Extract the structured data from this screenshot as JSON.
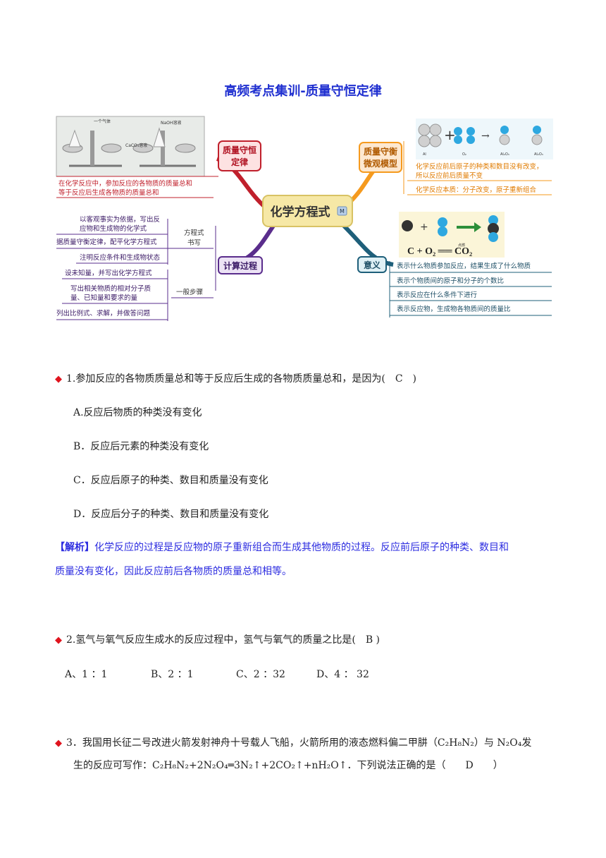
{
  "title": "高频考点集训-质量守恒定律",
  "mindmap": {
    "center": "化学方程式",
    "center_badge": "M",
    "left_top_node_line1": "质量守恒",
    "left_top_node_line2": "定律",
    "left_top_lab_label1": "一个气体",
    "left_top_lab_label2": "NaOH溶液",
    "left_top_lab_label3": "CaCO₃溶液",
    "left_top_desc1": "在化学反应中，参加反应的各物质的质量总和",
    "left_top_desc2": "等于反应后生成各物质的质量总和",
    "right_top_node_line1": "质量守衡",
    "right_top_node_line2": "微观模型",
    "right_top_labels": [
      "Al",
      "O₂",
      "Al₂O₃",
      "Al₂O₃"
    ],
    "right_top_desc1": "化学反应前后原子的种类和数目没有改变，",
    "right_top_desc2": "所以反应前后质量不变",
    "right_top_desc3": "化学反应本质：分子改变，原子重新组合",
    "left_bottom_node": "计算过程",
    "left_bottom_sub1_line1": "方程式",
    "left_bottom_sub1_line2": "书写",
    "left_bottom_sub1_items": [
      "以客观事实为依据，写出反",
      "应物和生成物的化学式",
      "据质量守衡定律，配平化学方程式",
      "注明反应条件和生成物状态"
    ],
    "left_bottom_sub2": "一般步骤",
    "left_bottom_sub2_items": [
      "设未知量，并写出化学方程式",
      "写出相关物质的相对分子质",
      "量、已知量和要求的量",
      "列出比例式、求解，并做答问题"
    ],
    "right_bottom_node": "意义",
    "equation": "C + O₂ ══ CO₂",
    "equation_condition": "点燃",
    "right_bottom_items": [
      "表示什么物质参加反应，结果生成了什么物质",
      "表示个物质间的原子和分子的个数比",
      "表示反应在什么条件下进行",
      "表示反应物，生成物各物质间的质量比"
    ]
  },
  "questions": {
    "q1": {
      "stem": "1.参加反应的各物质质量总和等于反应后生成的各物质质量总和，是因为(　C　)",
      "options": [
        "A.反应后物质的种类没有变化",
        "B．反应后元素的种类没有变化",
        "C．反应后原子的种类、数目和质量没有变化",
        "D．反应后分子的种类、数目和质量没有变化"
      ],
      "analysis_label": "【解析】",
      "analysis_line1": "化学反应的过程是反应物的原子重新组合而生成其他物质的过程。反应前后原子的种类、数目和",
      "analysis_line2": "质量没有变化，因此反应前后各物质的质量总和相等。"
    },
    "q2": {
      "stem": "2.氢气与氧气反应生成水的反应过程中，氢气与氧气的质量之比是(　B )",
      "options": [
        "A、1 ：1",
        "B、2 ：1",
        "C、2 ：32",
        "D、4 ： 32"
      ]
    },
    "q3": {
      "stem_line1": "3．我国用长征二号改进火箭发射神舟十号载人飞船，火箭所用的液态燃料偏二甲肼（C₂H₈N₂）与 N₂O₄发",
      "stem_line2": "生的反应可写作：C₂H₈N₂+2N₂O₄═3N₂↑+2CO₂↑+nH₂O↑．下列说法正确的是（　　D　　）"
    }
  }
}
